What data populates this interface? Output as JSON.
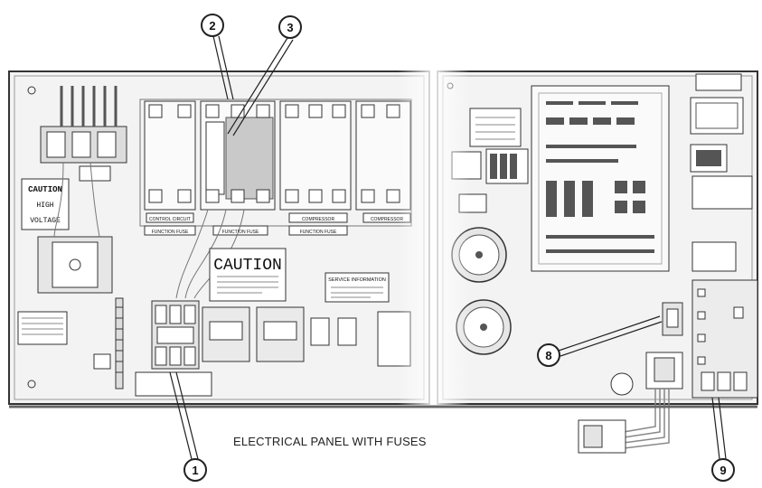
{
  "caption": "ELECTRICAL PANEL WITH FUSES",
  "callouts": {
    "c1": "1",
    "c2": "2",
    "c3": "3",
    "c8": "8",
    "c9": "9"
  },
  "labels": {
    "caution_high": "CAUTION",
    "high": "HIGH",
    "voltage": "VOLTAGE",
    "caution_center": "CAUTION",
    "control_circuit": "CONTROL CIRCUIT",
    "function_fuse_a": "FUNCTION FUSE",
    "function_fuse_b": "FUNCTION FUSE",
    "function_fuse_c": "FUNCTION FUSE",
    "compressor_1": "COMPRESSOR",
    "compressor_2": "COMPRESSOR",
    "service_information": "SERVICE INFORMATION"
  },
  "colors": {
    "panel_fill": "#f4f4f4",
    "panel_stroke": "#333333",
    "fuse_highlight": "#c9c9c9",
    "callout_fill": "#ffffff"
  }
}
